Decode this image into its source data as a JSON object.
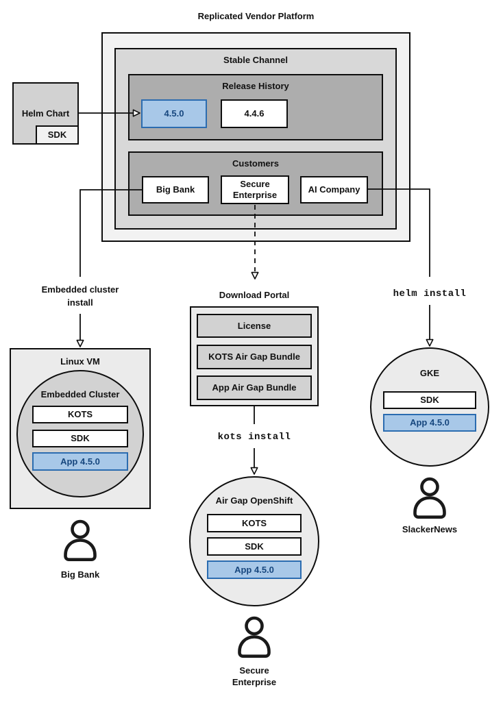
{
  "colors": {
    "outer_fill": "#f2f2f2",
    "mid_fill": "#d8d8d8",
    "dark_fill": "#adadad",
    "panel_fill": "#ebebeb",
    "circle_fill": "#d2d2d2",
    "white_fill": "#ffffff",
    "blue_fill": "#a8c8e8",
    "blue_border": "#2b6cb0",
    "blue_text": "#17477e",
    "line_color": "#0d0d0d"
  },
  "platform": {
    "title": "Replicated Vendor Platform",
    "stable_channel": {
      "label": "Stable Channel",
      "release_history": {
        "label": "Release History",
        "current_release": "4.5.0",
        "previous_release": "4.4.6",
        "current_highlighted": true
      },
      "customers": {
        "label": "Customers",
        "big_bank": "Big Bank",
        "secure_enterprise": "Secure Enterprise",
        "ai_company": "AI Company"
      }
    }
  },
  "helm_chart": {
    "label": "Helm Chart",
    "sdk": "SDK"
  },
  "embedded_flow": {
    "arrow_label_line1": "Embedded cluster",
    "arrow_label_line2": "install",
    "vm_label": "Linux VM",
    "cluster_label": "Embedded Cluster",
    "kots": "KOTS",
    "sdk": "SDK",
    "app": "App 4.5.0",
    "persona": "Big Bank"
  },
  "airgap_flow": {
    "portal_label": "Download Portal",
    "license": "License",
    "kots_bundle": "KOTS Air Gap Bundle",
    "app_bundle": "App Air Gap Bundle",
    "command": "kots install",
    "cluster_label": "Air Gap OpenShift",
    "kots": "KOTS",
    "sdk": "SDK",
    "app": "App 4.5.0",
    "persona_line1": "Secure",
    "persona_line2": "Enterprise"
  },
  "helm_flow": {
    "command": "helm install",
    "cluster_label": "GKE",
    "sdk": "SDK",
    "app": "App 4.5.0",
    "persona": "SlackerNews"
  }
}
